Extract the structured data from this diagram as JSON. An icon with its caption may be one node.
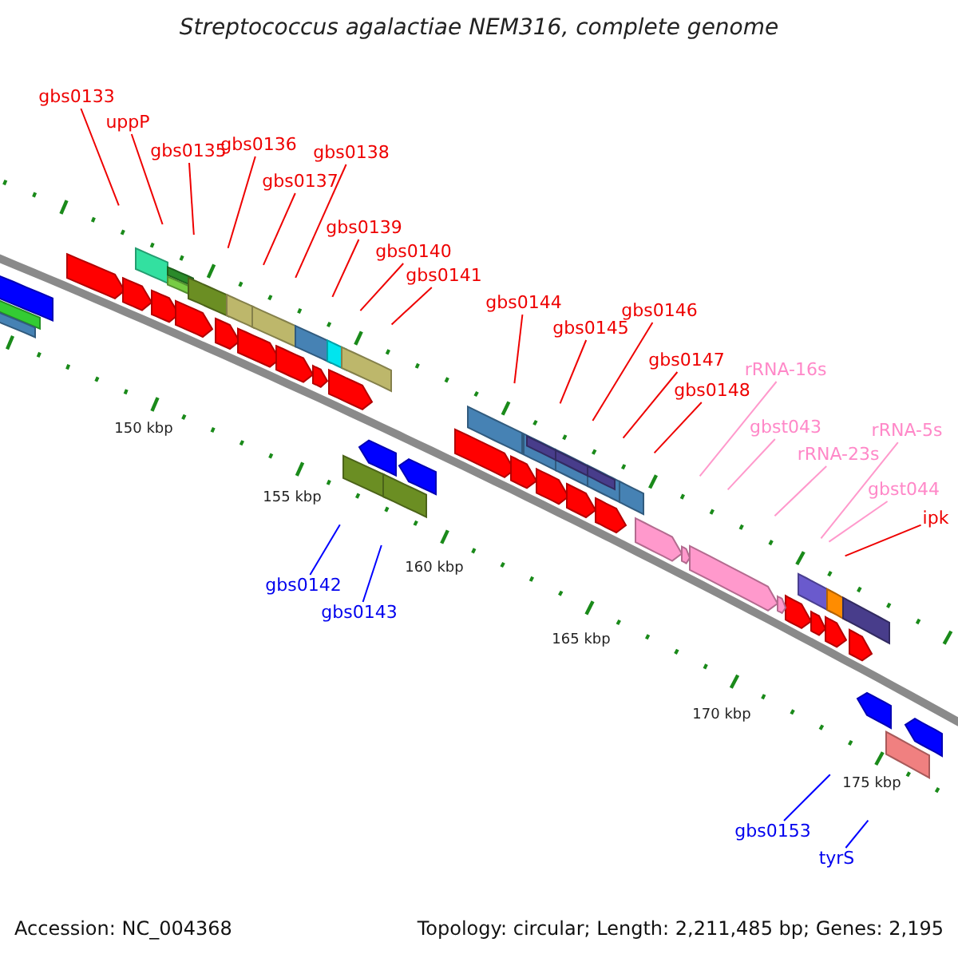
{
  "diagram": {
    "title": "Streptococcus agalactiae NEM316, complete genome",
    "nodes": [
      {
        "text": [
          "gbs0133"
        ]
      },
      {
        "text": [
          "uppP"
        ]
      },
      {
        "text": [
          "gbs0135"
        ]
      },
      {
        "text": [
          "gbs0136"
        ]
      },
      {
        "text": [
          "gbs0137"
        ]
      },
      {
        "text": [
          "gbs0138"
        ]
      },
      {
        "text": [
          "gbs0139"
        ]
      },
      {
        "text": [
          "gbs0140"
        ]
      },
      {
        "text": [
          "gbs0141"
        ]
      },
      {
        "text": [
          "gbs0144"
        ]
      },
      {
        "text": [
          "gbs0145"
        ]
      },
      {
        "text": [
          "gbs0146"
        ]
      },
      {
        "text": [
          "gbs0147"
        ]
      },
      {
        "text": [
          "gbs0148"
        ]
      },
      {
        "text": [
          "rRNA-16s"
        ]
      },
      {
        "text": [
          "gbst043"
        ]
      },
      {
        "text": [
          "rRNA-23s"
        ]
      },
      {
        "text": [
          "rRNA-5s"
        ]
      },
      {
        "text": [
          "gbst044"
        ]
      },
      {
        "text": [
          "ipk"
        ]
      },
      {
        "text": [
          "gbs0142"
        ]
      },
      {
        "text": [
          "gbs0143"
        ]
      },
      {
        "text": [
          "gbs0153"
        ]
      },
      {
        "text": [
          "tyrS"
        ]
      }
    ],
    "edges": [
      {
        "from": 0,
        "to": null,
        "arrow": "none"
      },
      {
        "from": 1,
        "to": null,
        "arrow": "none"
      },
      {
        "from": 2,
        "to": null,
        "arrow": "none"
      },
      {
        "from": 3,
        "to": null,
        "arrow": "none"
      },
      {
        "from": 4,
        "to": null,
        "arrow": "none"
      },
      {
        "from": 5,
        "to": null,
        "arrow": "none"
      },
      {
        "from": 6,
        "to": null,
        "arrow": "none"
      },
      {
        "from": 7,
        "to": null,
        "arrow": "none"
      },
      {
        "from": 8,
        "to": null,
        "arrow": "none"
      },
      {
        "from": 9,
        "to": null,
        "arrow": "none"
      },
      {
        "from": 10,
        "to": null,
        "arrow": "none"
      },
      {
        "from": 11,
        "to": null,
        "arrow": "none"
      },
      {
        "from": 12,
        "to": null,
        "arrow": "none"
      },
      {
        "from": 13,
        "to": null,
        "arrow": "none"
      },
      {
        "from": 14,
        "to": null,
        "arrow": "none",
        "color": "#ff99cc"
      },
      {
        "from": 15,
        "to": null,
        "arrow": "none",
        "color": "#ff99cc"
      },
      {
        "from": 16,
        "to": null,
        "arrow": "none",
        "color": "#ff99cc"
      },
      {
        "from": 17,
        "to": null,
        "arrow": "none",
        "color": "#ff99cc"
      },
      {
        "from": 18,
        "to": null,
        "arrow": "none",
        "color": "#ff99cc"
      },
      {
        "from": 19,
        "to": null,
        "arrow": "none"
      },
      {
        "from": 20,
        "to": null,
        "arrow": "none",
        "color": "#0000ff"
      },
      {
        "from": 21,
        "to": null,
        "arrow": "none",
        "color": "#0000ff"
      },
      {
        "from": 22,
        "to": null,
        "arrow": "none",
        "color": "#0000ff"
      },
      {
        "from": 23,
        "to": null,
        "arrow": "none",
        "color": "#0000ff"
      }
    ],
    "labels": [
      "150 kbp",
      "155 kbp",
      "160 kbp",
      "165 kbp",
      "170 kbp",
      "175 kbp",
      "Accession: NC_004368",
      "Topology: circular; Length: 2,211,485 bp; Genes: 2,195"
    ]
  }
}
